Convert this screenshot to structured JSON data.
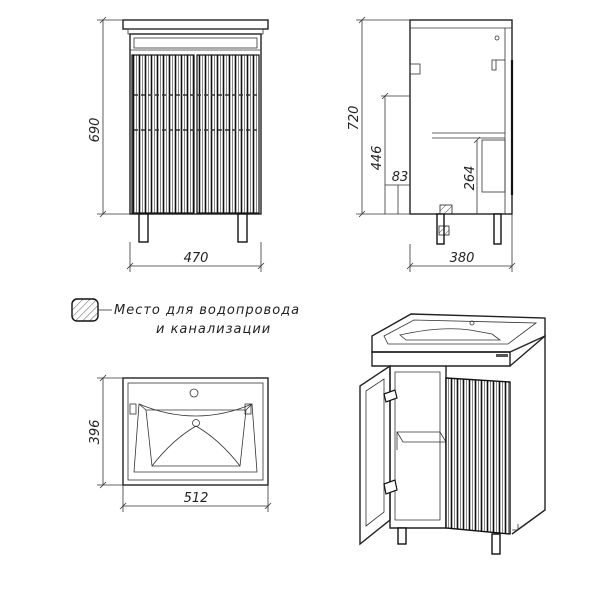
{
  "front_view": {
    "height": "690",
    "width": "470"
  },
  "side_view": {
    "height": "720",
    "pipe_height": "446",
    "offset": "83",
    "shelf_height": "264",
    "depth": "380"
  },
  "legend": {
    "line1": "Место для водопровода",
    "line2": "и канализации"
  },
  "top_view": {
    "depth": "396",
    "width": "512"
  }
}
